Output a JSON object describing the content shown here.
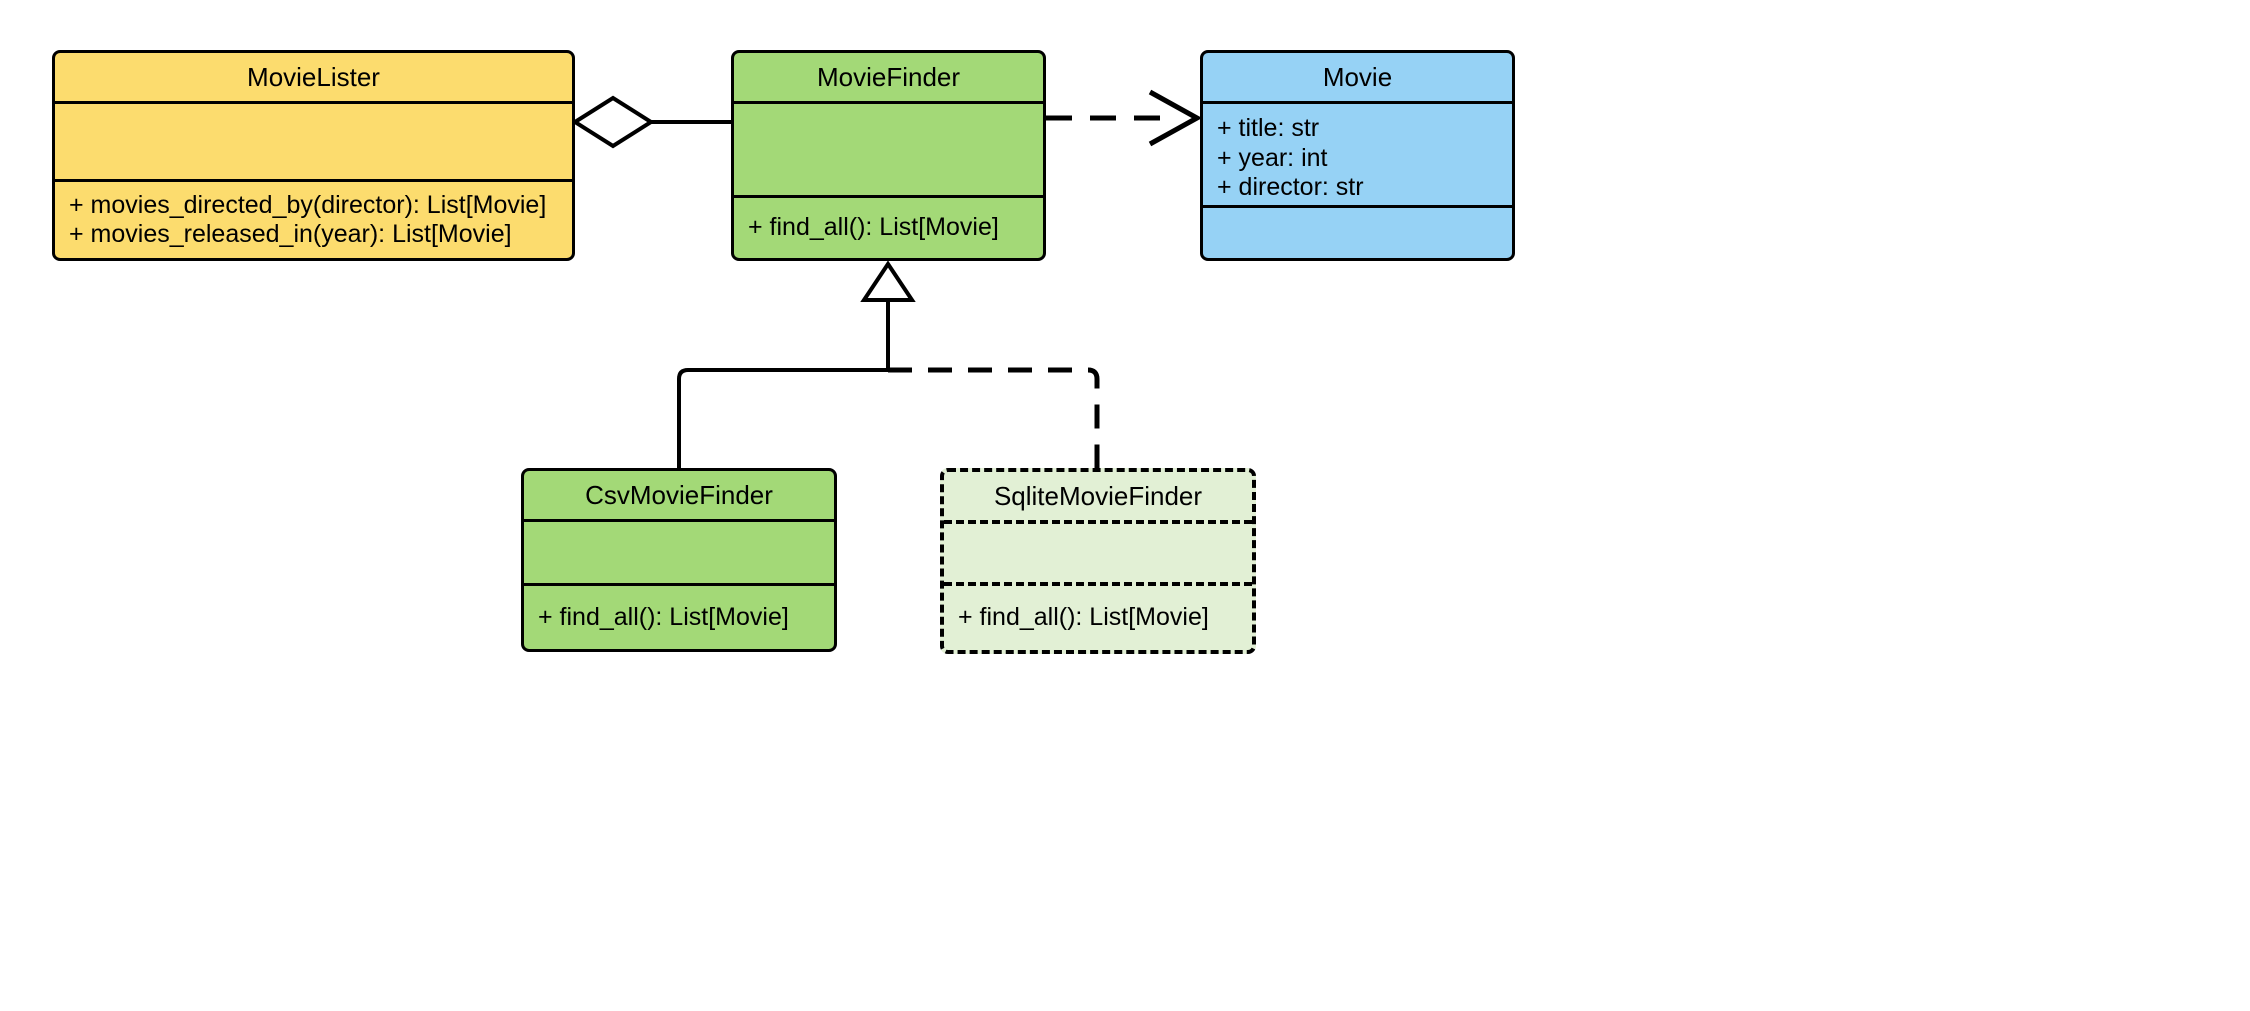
{
  "diagram": {
    "type": "uml-class-diagram",
    "background": "#ffffff",
    "line_color": "#000000"
  },
  "colors": {
    "lister_fill": "#fcdc6e",
    "finder_fill": "#a3d977",
    "movie_fill": "#96d2f5",
    "planned_fill": "#e2f0d5",
    "stroke": "#000000"
  },
  "classes": {
    "movie_lister": {
      "name": "MovieLister",
      "attributes": [],
      "methods": [
        "+ movies_directed_by(director): List[Movie]",
        "+ movies_released_in(year): List[Movie]"
      ]
    },
    "movie_finder": {
      "name": "MovieFinder",
      "attributes": [],
      "methods": [
        "+ find_all(): List[Movie]"
      ]
    },
    "movie": {
      "name": "Movie",
      "attributes": [
        "+ title: str",
        "+ year: int",
        "+ director: str"
      ],
      "methods": []
    },
    "csv_movie_finder": {
      "name": "CsvMovieFinder",
      "attributes": [],
      "methods": [
        "+ find_all(): List[Movie]"
      ]
    },
    "sqlite_movie_finder": {
      "name": "SqliteMovieFinder",
      "attributes": [],
      "methods": [
        "+ find_all(): List[Movie]"
      ]
    }
  },
  "relationships": [
    {
      "id": "aggregation-lister-finder",
      "kind": "aggregation",
      "from": "MovieLister",
      "to": "MovieFinder",
      "line": "solid",
      "source_marker": "hollow-diamond",
      "target_marker": "none"
    },
    {
      "id": "dependency-finder-movie",
      "kind": "dependency",
      "from": "MovieFinder",
      "to": "Movie",
      "line": "dashed",
      "source_marker": "none",
      "target_marker": "open-arrow"
    },
    {
      "id": "generalization-csv-finder",
      "kind": "generalization",
      "from": "CsvMovieFinder",
      "to": "MovieFinder",
      "line": "solid",
      "source_marker": "none",
      "target_marker": "hollow-triangle"
    },
    {
      "id": "generalization-sqlite-finder",
      "kind": "generalization",
      "from": "SqliteMovieFinder",
      "to": "MovieFinder",
      "line": "dashed",
      "source_marker": "none",
      "target_marker": "hollow-triangle"
    }
  ]
}
